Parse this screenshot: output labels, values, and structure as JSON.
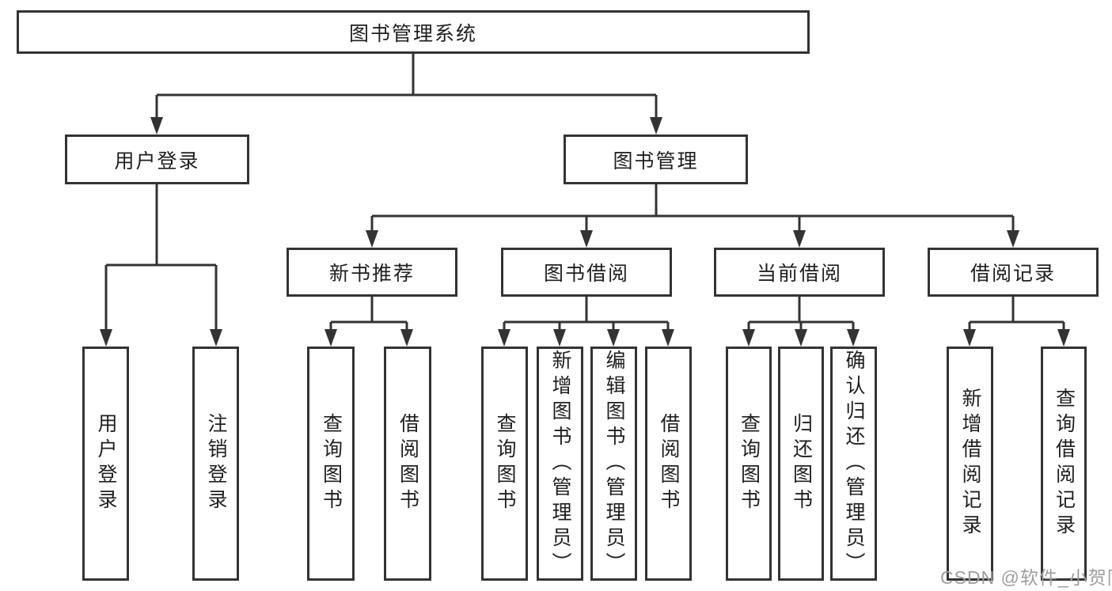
{
  "tree": {
    "label": "图书管理系统",
    "children": [
      {
        "label": "用户登录",
        "children": [
          {
            "label": "用户登录"
          },
          {
            "label": "注销登录"
          }
        ]
      },
      {
        "label": "图书管理",
        "children": [
          {
            "label": "新书推荐",
            "children": [
              {
                "label": "查询图书"
              },
              {
                "label": "借阅图书"
              }
            ]
          },
          {
            "label": "图书借阅",
            "children": [
              {
                "label": "查询图书"
              },
              {
                "label": "新增图书（管理员）"
              },
              {
                "label": "编辑图书（管理员）"
              },
              {
                "label": "借阅图书"
              }
            ]
          },
          {
            "label": "当前借阅",
            "children": [
              {
                "label": "查询图书"
              },
              {
                "label": "归还图书"
              },
              {
                "label": "确认归还（管理员）"
              }
            ]
          },
          {
            "label": "借阅记录",
            "children": [
              {
                "label": "新增借阅记录"
              },
              {
                "label": "查询借阅记录"
              }
            ]
          }
        ]
      }
    ]
  },
  "watermark": {
    "text": "CSDN @软件_小贺同学"
  },
  "colors": {
    "line": "#333333",
    "text": "#1f1f1f",
    "watermark": "#9e9e9e",
    "background": "#ffffff"
  }
}
